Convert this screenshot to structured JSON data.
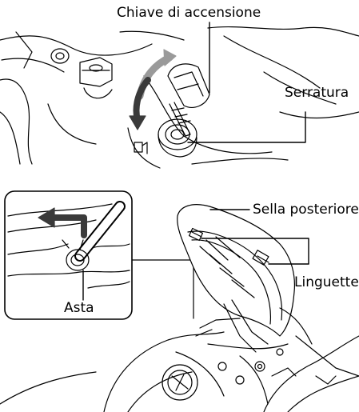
{
  "labels": {
    "ignition_key": "Chiave di accensione",
    "lock": "Serratura",
    "rear_seat": "Sella posteriore",
    "tabs": "Linguette",
    "rod": "Asta"
  },
  "colors": {
    "line": "#000000",
    "arrow_grey": "#9a9a9a",
    "arrow_dark": "#3a3a3a",
    "background": "#ffffff"
  }
}
